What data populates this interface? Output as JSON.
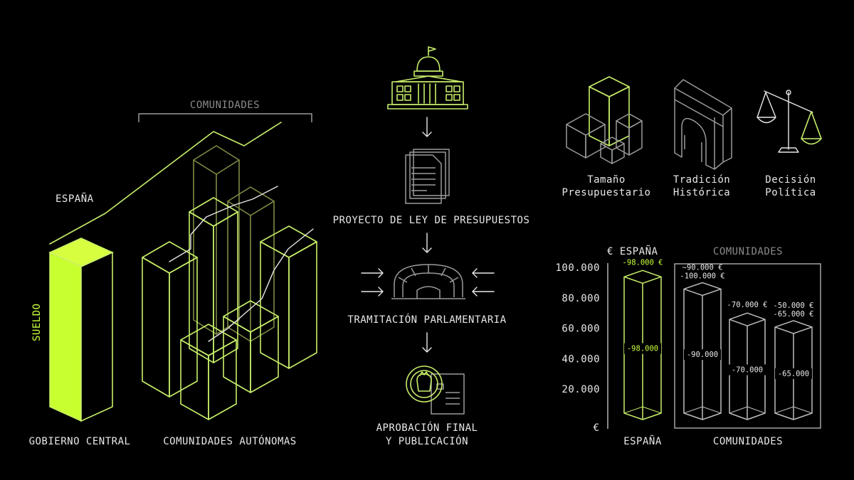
{
  "colors": {
    "accent": "#c8ff3c",
    "line_green": "#c8f06a",
    "text": "#e8e8e8",
    "muted": "#8a8a8a",
    "background": "#000000"
  },
  "left_panel": {
    "bracket_label": "COMUNIDADES",
    "line_label": "ESPAÑA",
    "sueldo_label": "SUELDO",
    "gobierno_label": "GOBIERNO CENTRAL",
    "comunidades_label": "COMUNIDADES AUTÓNOMAS"
  },
  "flow": {
    "icons": [
      "capitol-icon",
      "document-icon",
      "parliament-icon",
      "seal-document-icon"
    ],
    "step1": "PROYECTO DE LEY DE PRESUPUESTOS",
    "step2": "TRAMITACIÓN PARLAMENTARIA",
    "step3_line1": "APROBACIÓN FINAL",
    "step3_line2": "Y PUBLICACIÓN"
  },
  "factors": [
    {
      "icon": "cubes-icon",
      "line1": "Tamaño",
      "line2": "Presupuestario"
    },
    {
      "icon": "arch-icon",
      "line1": "Tradición",
      "line2": "Histórica"
    },
    {
      "icon": "scale-icon",
      "line1": "Decisión",
      "line2": "Política"
    }
  ],
  "chart_data": {
    "type": "bar",
    "title": "€ ESPAÑA",
    "group_title": "COMUNIDADES",
    "y_unit": "€",
    "y_ticks": [
      "100.000",
      "80.000",
      "60.000",
      "40.000",
      "20.000"
    ],
    "ylim": [
      0,
      100000
    ],
    "categories": [
      "ESPAÑA",
      "COMUNIDADES"
    ],
    "bars": [
      {
        "group": "ESPAÑA",
        "value": 98000,
        "inner_label": "-98.000",
        "top_label": "-98.000 €",
        "top_label2": ""
      },
      {
        "group": "COMUNIDADES",
        "value": 90000,
        "inner_label": "-90.000",
        "top_label": "~90.000 €",
        "top_label2": "-100.000 €"
      },
      {
        "group": "COMUNIDADES",
        "value": 70000,
        "inner_label": "-70.000",
        "top_label": "-70.000 €",
        "top_label2": ""
      },
      {
        "group": "COMUNIDADES",
        "value": 65000,
        "inner_label": "-65.000",
        "top_label": "-50.000 €",
        "top_label2": "-65.000 €"
      }
    ],
    "grid": false,
    "legend": "none"
  }
}
